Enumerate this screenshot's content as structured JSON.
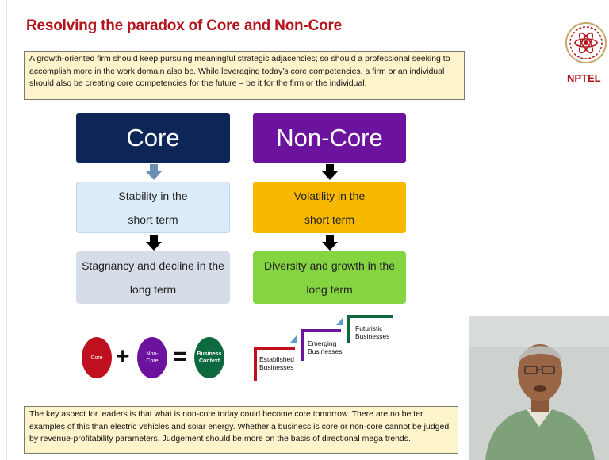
{
  "slide": {
    "title": "Resolving the paradox of Core and Non-Core",
    "intro_note": "A growth-oriented firm should keep pursuing meaningful strategic adjacencies; so should a professional seeking to accomplish more in the work domain also be. While leveraging today’s core competencies, a firm or an individual should also be creating core competencies for the future – be it for the firm or the individual.",
    "core": {
      "heading": "Core",
      "box1_line1": "Stability in the",
      "box1_line2": "short term",
      "box2_line1": "Stagnancy and decline in the",
      "box2_line2": "long term"
    },
    "noncore": {
      "heading": "Non-Core",
      "box1_line1": "Volatility in the",
      "box1_line2": "short term",
      "box2_line1": "Diversity and growth in the",
      "box2_line2": "long term"
    },
    "equation": {
      "term1": "Core",
      "term2_line1": "Non-",
      "term2_line2": "Core",
      "plus": "+",
      "equals": "=",
      "result_line1": "Business",
      "result_line2": "Context"
    },
    "stairs": {
      "step1_line1": "Established",
      "step1_line2": "Businesses",
      "step2_line1": "Emerging",
      "step2_line2": "Businesses",
      "step3_line1": "Futuristic",
      "step3_line2": "Businesses"
    },
    "closing_note": "The key aspect for leaders is that what is non-core today could become core tomorrow. There are no better examples of this than electric vehicles and solar energy. Whether a business is core or non-core cannot be judged by revenue-profitability parameters. Judgement should be more on the basis of directional mega trends."
  },
  "logo": {
    "text": "NPTEL"
  },
  "colors": {
    "title": "#b2141c",
    "core_heading": "#0e2657",
    "noncore_heading": "#6b129e",
    "note_bg": "#fdf4cc"
  }
}
